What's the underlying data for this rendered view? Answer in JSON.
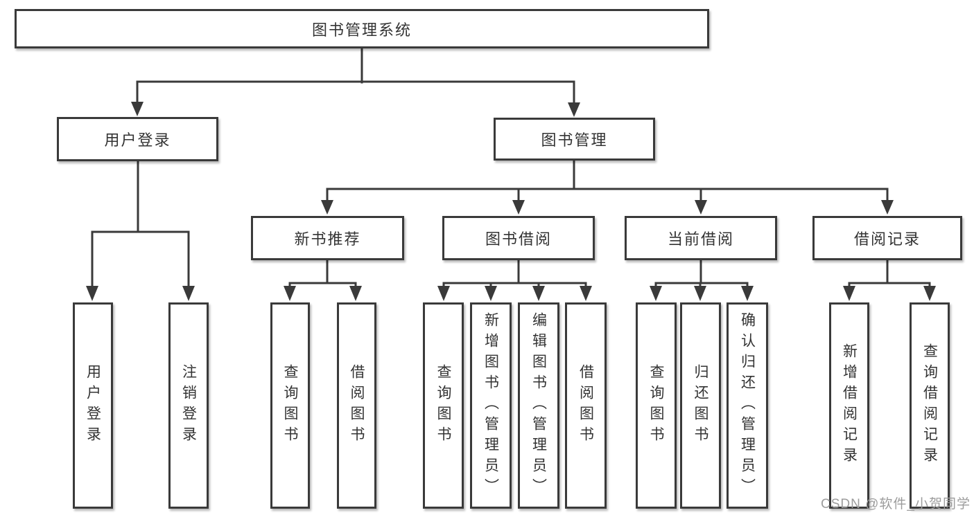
{
  "diagram": {
    "title": "图书管理系统",
    "line_color": "#3a3a3a",
    "text_color": "#333333",
    "background_color": "#ffffff",
    "branches": [
      {
        "label": "用户登录",
        "children": [
          {
            "label": "用户登录"
          },
          {
            "label": "注销登录"
          }
        ]
      },
      {
        "label": "图书管理",
        "children": [
          {
            "label": "新书推荐",
            "children": [
              {
                "label": "查询图书"
              },
              {
                "label": "借阅图书"
              }
            ]
          },
          {
            "label": "图书借阅",
            "children": [
              {
                "label": "查询图书"
              },
              {
                "label": "新增图书（管理员）"
              },
              {
                "label": "编辑图书（管理员）"
              },
              {
                "label": "借阅图书"
              }
            ]
          },
          {
            "label": "当前借阅",
            "children": [
              {
                "label": "查询图书"
              },
              {
                "label": "归还图书"
              },
              {
                "label": "确认归还（管理员）"
              }
            ]
          },
          {
            "label": "借阅记录",
            "children": [
              {
                "label": "新增借阅记录"
              },
              {
                "label": "查询借阅记录"
              }
            ]
          }
        ]
      }
    ]
  },
  "watermark": {
    "text": "CSDN @软件_小贺同学",
    "color": "#9c9c9c"
  }
}
